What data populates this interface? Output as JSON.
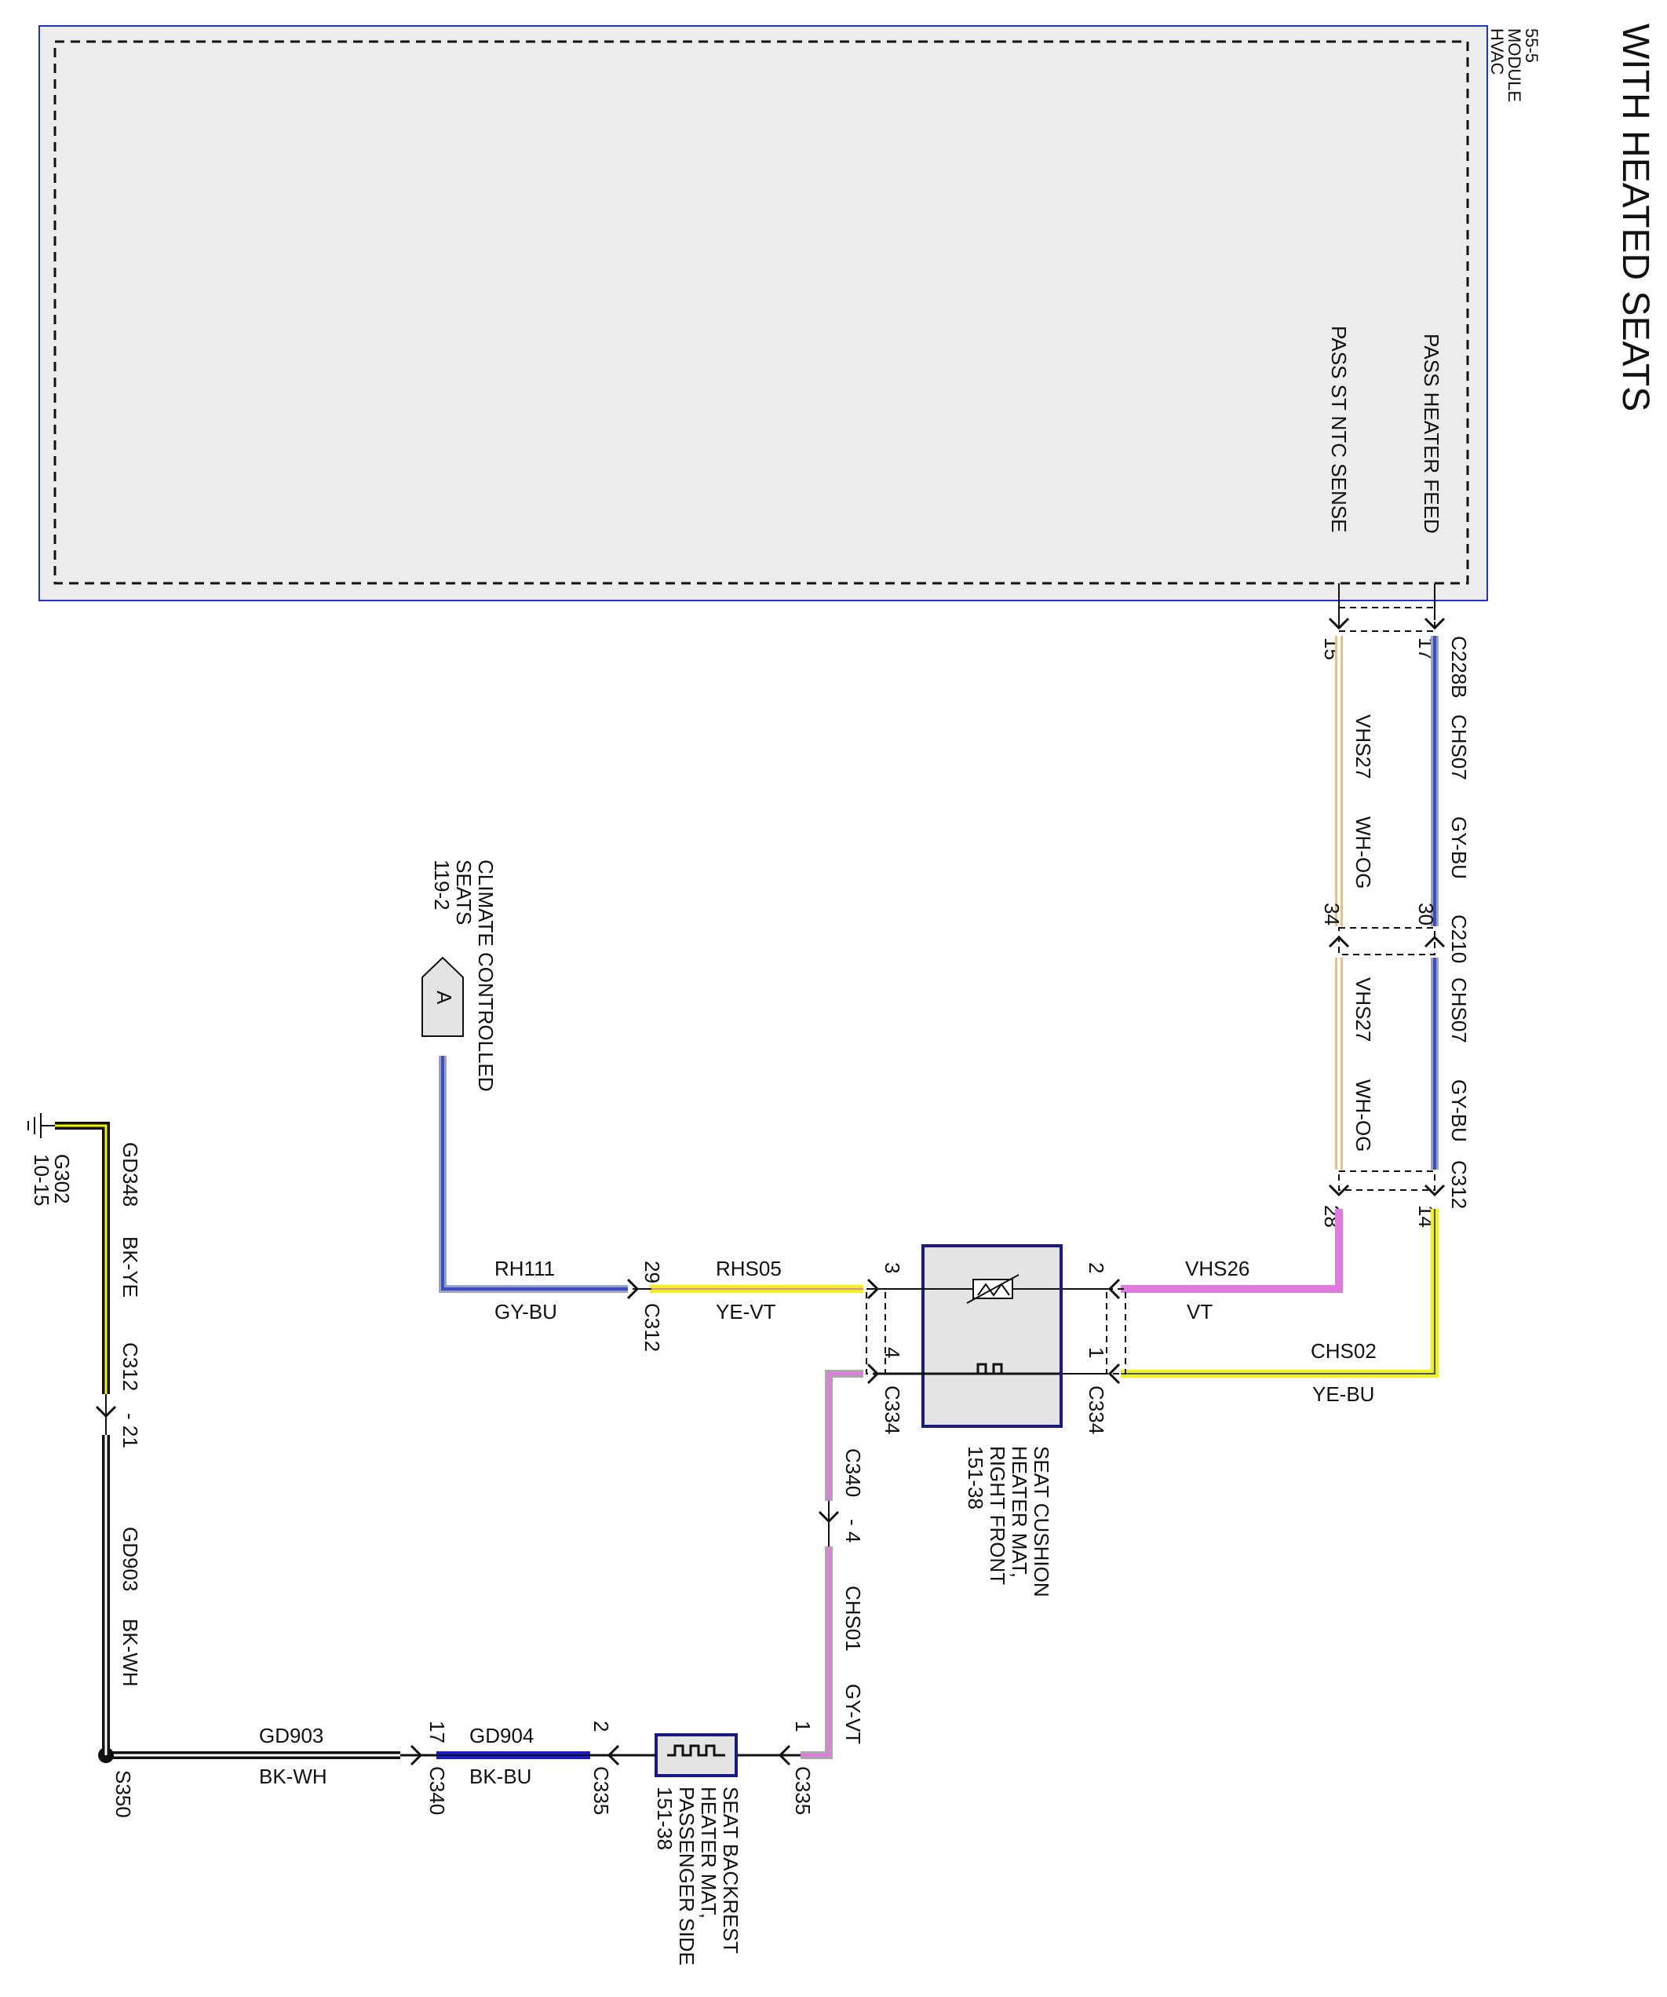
{
  "diagram": {
    "title": "WITH HEATED SEATS",
    "hvac_module": {
      "name_line1": "HVAC",
      "name_line2": "MODULE",
      "ref": "55-5",
      "pin_labels": {
        "heater_feed": "PASS HEATER FEED",
        "ntc_sense": "PASS ST NTC SENSE"
      }
    },
    "connectors": {
      "c228b": "C228B",
      "c210": "C210",
      "c312_top": "C312",
      "c312_left": "C312",
      "c334_left": "C334",
      "c334_right": "C334",
      "c340_vertical": "C340",
      "c340_horizontal": "C340",
      "c312_ground": "C312",
      "c335_left": "C335",
      "c335_right": "C335"
    },
    "pins": {
      "p17": "17",
      "p15": "15",
      "p30": "30",
      "p34": "34",
      "p14": "14",
      "p28": "28",
      "p2": "2",
      "p1": "1",
      "p3": "3",
      "p4": "4",
      "p29": "29",
      "c340_pin": "- 4",
      "c312_gnd_pin": "- 21",
      "c340_h_pin": "17",
      "c335_l_pin": "2",
      "c335_r_pin": "1"
    },
    "wires": {
      "chs07_a": {
        "circuit": "CHS07",
        "color": "GY-BU"
      },
      "vhs27_a": {
        "circuit": "VHS27",
        "color": "WH-OG"
      },
      "chs07_b": {
        "circuit": "CHS07",
        "color": "GY-BU"
      },
      "vhs27_b": {
        "circuit": "VHS27",
        "color": "WH-OG"
      },
      "vhs26": {
        "circuit": "VHS26",
        "color": "VT"
      },
      "chs02": {
        "circuit": "CHS02",
        "color": "YE-BU"
      },
      "rhs05": {
        "circuit": "RHS05",
        "color": "YE-VT"
      },
      "rh111": {
        "circuit": "RH111",
        "color": "GY-BU"
      },
      "chs01": {
        "circuit": "CHS01",
        "color": "GY-VT"
      },
      "gd904": {
        "circuit": "GD904",
        "color": "BK-BU"
      },
      "gd903_h": {
        "circuit": "GD903",
        "color": "BK-WH"
      },
      "gd903_v": {
        "circuit": "GD903",
        "color": "BK-WH"
      },
      "gd348": {
        "circuit": "GD348",
        "color": "BK-YE"
      }
    },
    "components": {
      "cushion_mat": {
        "line1": "SEAT CUSHION",
        "line2": "HEATER MAT,",
        "line3": "RIGHT FRONT",
        "ref": "151-38"
      },
      "backrest_mat": {
        "line1": "SEAT BACKREST",
        "line2": "HEATER MAT,",
        "line3": "PASSENGER SIDE",
        "ref": "151-38"
      },
      "climate_ref": {
        "letter": "A",
        "line1": "CLIMATE CONTROLLED",
        "line2": "SEATS",
        "ref": "119-2"
      },
      "splice": "S350",
      "ground": {
        "name": "G302",
        "ref": "10-15"
      }
    },
    "wire_colors": {
      "gray": "#a8a8a8",
      "blue": "#3a4fc0",
      "white": "#ffffff",
      "orange": "#f0a040",
      "violet": "#e07ae0",
      "yellow": "#f5f500",
      "black": "#111111",
      "dark_blue": "#1a1ad0"
    }
  }
}
